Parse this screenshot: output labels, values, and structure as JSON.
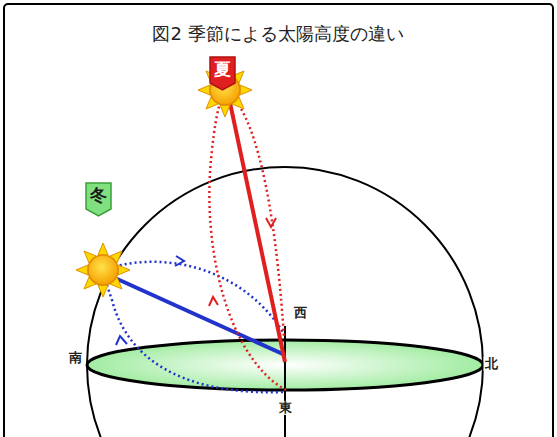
{
  "diagram": {
    "title": "図2 季節による太陽高度の違い",
    "nodes": [
      {
        "text": [
          "夏"
        ]
      },
      {
        "text": [
          "冬"
        ]
      }
    ],
    "labels": [
      "西",
      "南",
      "北",
      "東"
    ]
  }
}
